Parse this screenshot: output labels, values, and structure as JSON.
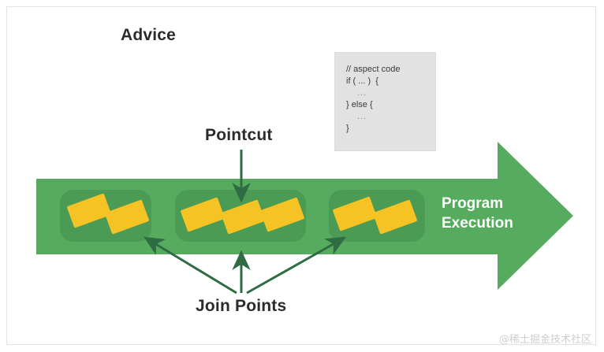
{
  "diagram": {
    "title_advice": "Advice",
    "label_pointcut": "Pointcut",
    "label_joinpoints": "Join Points",
    "program_execution_line1": "Program",
    "program_execution_line2": "Execution",
    "watermark": "@稀土掘金技术社区"
  },
  "advice_code": {
    "lines": [
      "// aspect code",
      "if ( ... )  {",
      "...",
      "} else {",
      "...",
      "}"
    ],
    "indented": [
      false,
      false,
      true,
      false,
      true,
      false
    ]
  },
  "colors": {
    "arrow_green": "#57ab5f",
    "group_green": "#4c9b54",
    "joinpoint_yellow": "#f6c324",
    "pointer_dark_green": "#2f6b43",
    "code_box_bg": "#e2e2e2",
    "text_dark": "#2b2b2b",
    "program_text": "#ffffff",
    "frame_border": "#e3e3e3",
    "watermark_gray": "#cfcfcf",
    "page_bg": "#ffffff"
  },
  "structure": {
    "groups": [
      {
        "name": "group-1",
        "joinpoint_count": 2
      },
      {
        "name": "group-2",
        "joinpoint_count": 3
      },
      {
        "name": "group-3",
        "joinpoint_count": 2
      }
    ],
    "pointcut_target": "group-2",
    "joinpoint_arrow_targets": [
      "group-1",
      "group-2",
      "group-3"
    ]
  }
}
